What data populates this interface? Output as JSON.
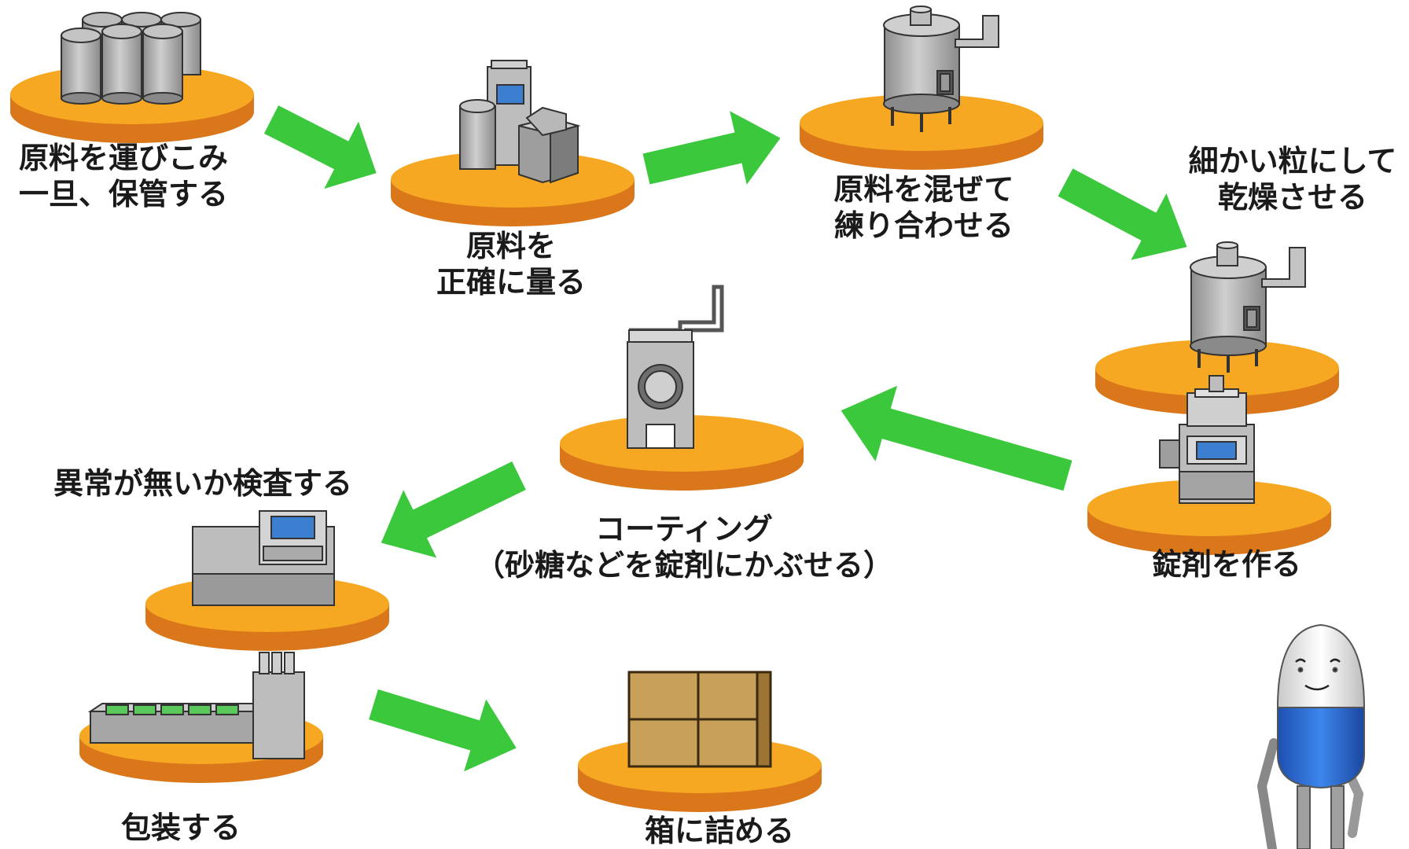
{
  "steps": {
    "receive": {
      "line1": "原料を運びこみ",
      "line2": "一旦、保管する"
    },
    "weigh": {
      "line1": "原料を",
      "line2": "正確に量る"
    },
    "mix": {
      "line1": "原料を混ぜて",
      "line2": "練り合わせる"
    },
    "granulate": {
      "line1": "細かい粒にして",
      "line2": "乾燥させる"
    },
    "tablet": {
      "line1": "錠剤を作る"
    },
    "coating": {
      "line1": "コーティング",
      "line2": "（砂糖などを錠剤にかぶせる）"
    },
    "inspect": {
      "line1": "異常が無いか検査する"
    },
    "package": {
      "line1": "包装する"
    },
    "boxing": {
      "line1": "箱に詰める"
    }
  },
  "colors": {
    "platform_top": "#F7A823",
    "platform_side": "#D9771A",
    "arrow": "#3CC83C",
    "machine": "#A8A8A8",
    "screen": "#3C7FD0",
    "box": "#C9A05A",
    "capsule_blue": "#2F6FD6"
  },
  "icons": [
    "drum-stack-icon",
    "scale-machine-icon",
    "mixer-tank-icon",
    "dryer-tank-icon",
    "tablet-press-icon",
    "coating-machine-icon",
    "inspection-machine-icon",
    "packaging-machine-icon",
    "cardboard-box-icon",
    "capsule-mascot-icon"
  ]
}
